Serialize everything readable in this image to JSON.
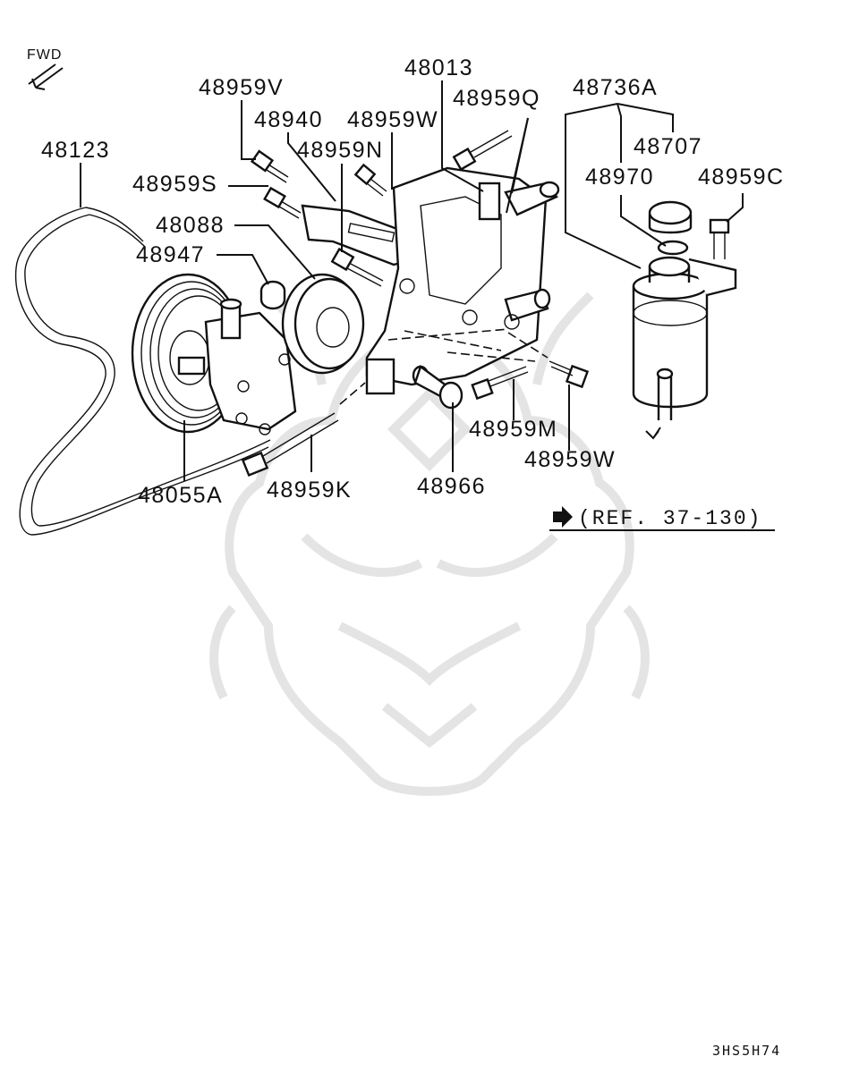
{
  "diagram": {
    "orientation_label": "FWD",
    "parts": [
      {
        "id": "48123"
      },
      {
        "id": "48959V"
      },
      {
        "id": "48940"
      },
      {
        "id": "48959W"
      },
      {
        "id": "48959N"
      },
      {
        "id": "48959S"
      },
      {
        "id": "48088"
      },
      {
        "id": "48947"
      },
      {
        "id": "48013"
      },
      {
        "id": "48959Q"
      },
      {
        "id": "48736A"
      },
      {
        "id": "48707"
      },
      {
        "id": "48970"
      },
      {
        "id": "48959C"
      },
      {
        "id": "48959M"
      },
      {
        "id": "48959W"
      },
      {
        "id": "48966"
      },
      {
        "id": "48959K"
      },
      {
        "id": "48055A"
      }
    ],
    "reference": "(REF. 37-130)",
    "drawing_code": "3HS5H74"
  }
}
